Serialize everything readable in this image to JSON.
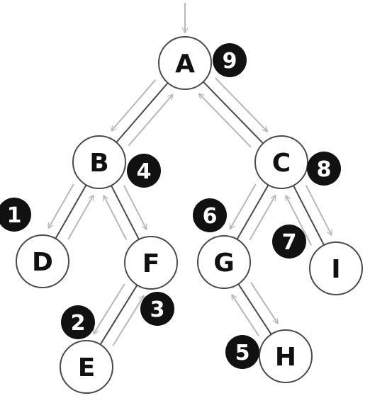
{
  "diagram": {
    "nodes": [
      {
        "id": "A",
        "label": "A"
      },
      {
        "id": "B",
        "label": "B"
      },
      {
        "id": "C",
        "label": "C"
      },
      {
        "id": "D",
        "label": "D"
      },
      {
        "id": "F",
        "label": "F"
      },
      {
        "id": "G",
        "label": "G"
      },
      {
        "id": "I",
        "label": "I"
      },
      {
        "id": "E",
        "label": "E"
      },
      {
        "id": "H",
        "label": "H"
      }
    ],
    "edges": [
      {
        "from": "A",
        "to": "B"
      },
      {
        "from": "A",
        "to": "C"
      },
      {
        "from": "B",
        "to": "D"
      },
      {
        "from": "B",
        "to": "F"
      },
      {
        "from": "F",
        "to": "E"
      },
      {
        "from": "C",
        "to": "G"
      },
      {
        "from": "C",
        "to": "I"
      },
      {
        "from": "G",
        "to": "H"
      }
    ],
    "visit_order": [
      {
        "node": "D",
        "label": "1"
      },
      {
        "node": "E",
        "label": "2"
      },
      {
        "node": "F",
        "label": "3"
      },
      {
        "node": "B",
        "label": "4"
      },
      {
        "node": "H",
        "label": "5"
      },
      {
        "node": "G",
        "label": "6"
      },
      {
        "node": "I",
        "label": "7"
      },
      {
        "node": "C",
        "label": "8"
      },
      {
        "node": "A",
        "label": "9"
      }
    ]
  }
}
